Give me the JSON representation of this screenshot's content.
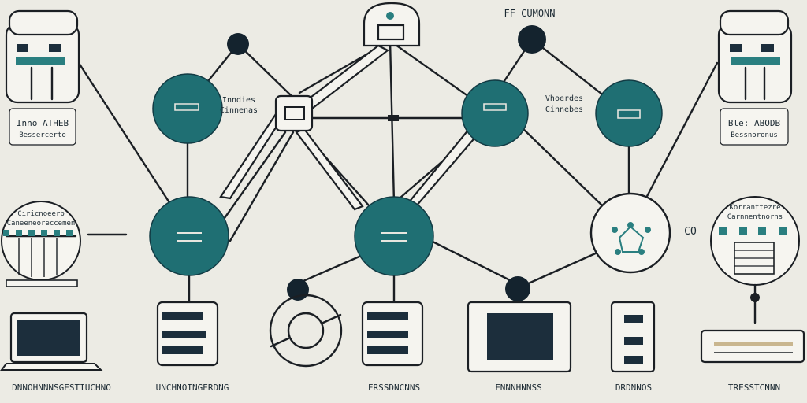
{
  "labels": {
    "top_center": "FF CUMONN",
    "left_hub_caption_1": "Inndies",
    "left_hub_caption_2": "Cinnenas",
    "right_hub_caption_1": "Vhoerdes",
    "right_hub_caption_2": "Cinnebes",
    "left_server_line_1": "Inno ATHEB",
    "left_server_line_2": "Bessercerto",
    "right_server_line_1": "Ble: ABODB",
    "right_server_line_2": "Bessnoronus",
    "left_cluster_line_1": "Ciricnoeerb",
    "left_cluster_line_2": "Caneeneoreccemen",
    "right_cluster_line_1": "Korranttezre",
    "right_cluster_line_2": "Carnnentnorns",
    "right_link_tag": "CO",
    "bottom_1": "DNNOHNNNSGESTIUCHNO",
    "bottom_2": "UNCHNOINGERDNG",
    "bottom_3": "FRSSDNCNNS",
    "bottom_4": "FNNNHNNSS",
    "bottom_5": "DRDNNOS",
    "bottom_6": "TRESSTCNNN"
  },
  "colors": {
    "background": "#ecebe4",
    "node_teal": "#1f6f73",
    "dark_node": "#14232e",
    "line": "#1b1f24"
  }
}
